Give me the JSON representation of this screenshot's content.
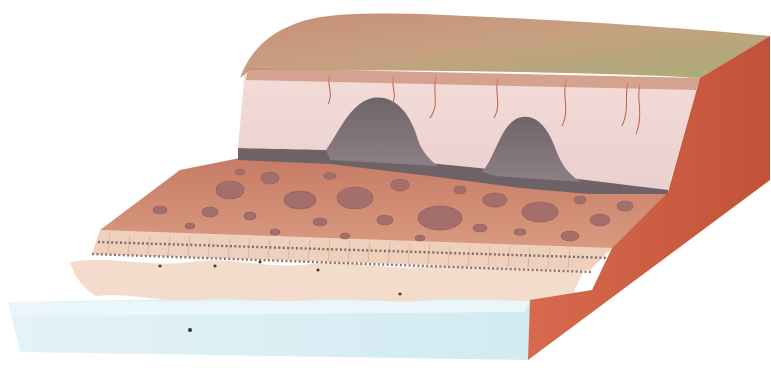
{
  "diagram": {
    "type": "geological-block-cross-section",
    "labels": [],
    "layers": [
      {
        "name": "grass-surface",
        "color": "#a9a877"
      },
      {
        "name": "top-soil-band",
        "color": "#c98a72"
      },
      {
        "name": "upper-pale-stratum",
        "color": "#f0d6d4"
      },
      {
        "name": "dark-mound-deposits",
        "color": "#7e6f73"
      },
      {
        "name": "dark-seam",
        "color": "#6e6266"
      },
      {
        "name": "conglomerate-layer",
        "color": "#c9806a"
      },
      {
        "name": "pebbles",
        "color": "#a46f6a"
      },
      {
        "name": "bedded-sand-stratum",
        "color": "#efd0bd"
      },
      {
        "name": "gravel-seam",
        "color": "#7d6a68"
      },
      {
        "name": "sand-beach",
        "color": "#f3dccb"
      },
      {
        "name": "water-base",
        "color": "#d7eef4"
      },
      {
        "name": "front-cliff-face",
        "color": "#c9593f"
      }
    ]
  }
}
